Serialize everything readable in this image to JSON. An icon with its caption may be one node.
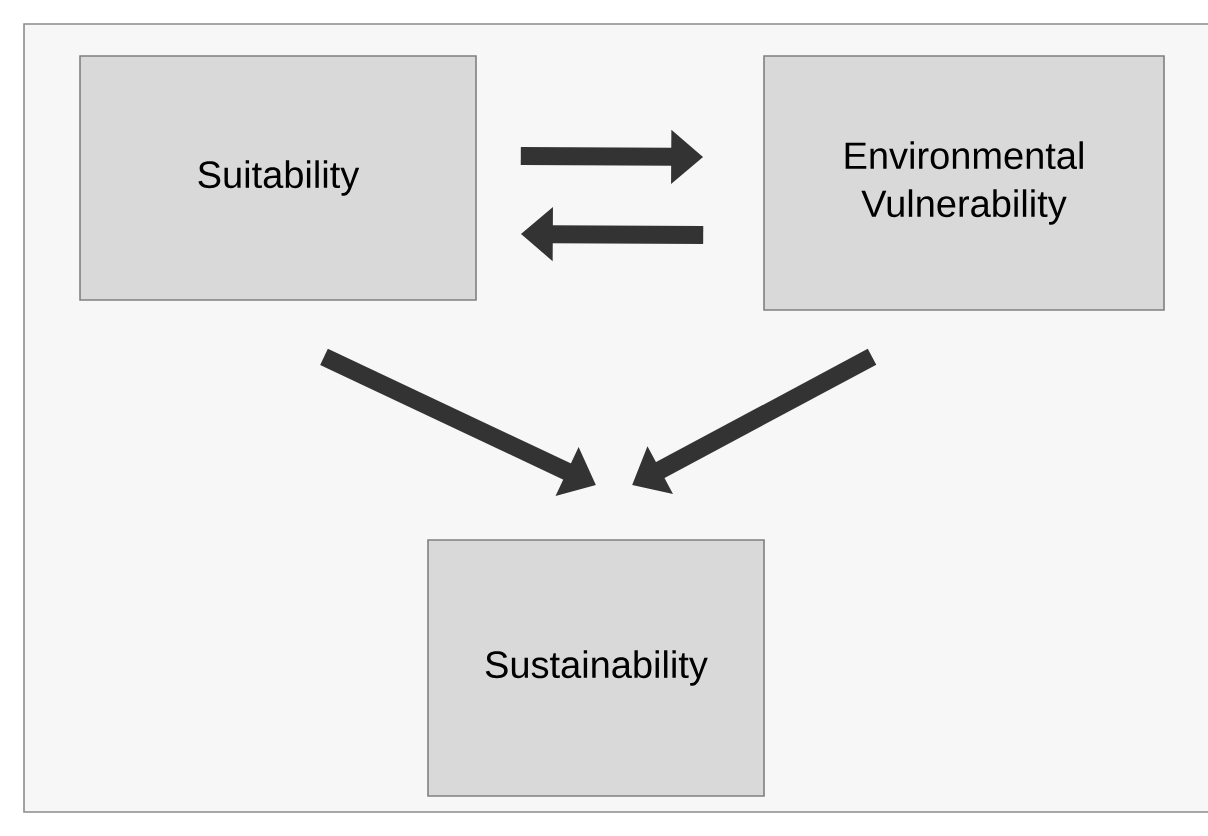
{
  "diagram": {
    "nodes": [
      {
        "text": [
          "Suitability"
        ]
      },
      {
        "text": [
          "Environmental Vulnerability"
        ]
      },
      {
        "text": [
          "Sustainability"
        ]
      }
    ],
    "edges": [
      {
        "from": 0,
        "to": 1,
        "arrow": "to"
      },
      {
        "from": 1,
        "to": 0,
        "arrow": "to"
      },
      {
        "from": 0,
        "to": 2,
        "arrow": "to"
      },
      {
        "from": 1,
        "to": 2,
        "arrow": "to"
      }
    ]
  }
}
